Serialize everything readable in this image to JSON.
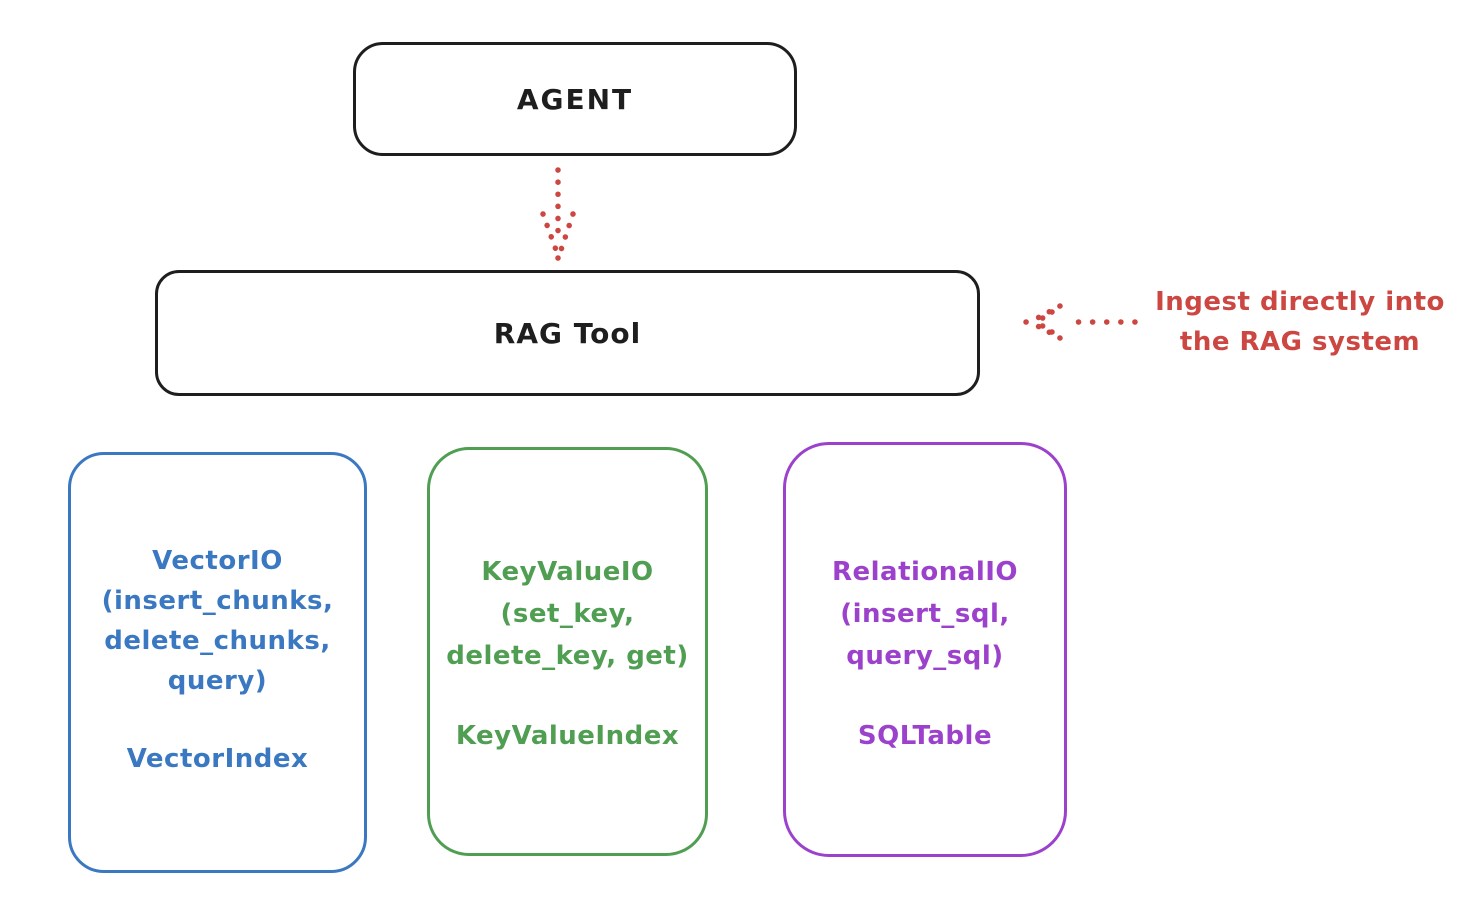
{
  "canvas": {
    "background": "#ffffff"
  },
  "colors": {
    "black": "#1e1e1e",
    "red": "#cc4741",
    "blue": "#3b78c2",
    "green": "#4f9e52",
    "purple": "#9c41cc"
  },
  "agent": {
    "label": "AGENT"
  },
  "rag_tool": {
    "label": "RAG Tool"
  },
  "annotation": {
    "line1": "Ingest directly into",
    "line2": "the RAG system"
  },
  "stores": [
    {
      "id": "vector-io",
      "color": "#3b78c2",
      "lines": [
        "VectorIO",
        "(insert_chunks,",
        "delete_chunks,",
        "query)"
      ],
      "index_label": "VectorIndex"
    },
    {
      "id": "keyvalue-io",
      "color": "#4f9e52",
      "lines": [
        "KeyValueIO",
        "(set_key,",
        "delete_key, get)"
      ],
      "index_label": "KeyValueIndex"
    },
    {
      "id": "relational-io",
      "color": "#9c41cc",
      "lines": [
        "RelationalIO",
        "(insert_sql,",
        "query_sql)"
      ],
      "index_label": "SQLTable"
    }
  ]
}
